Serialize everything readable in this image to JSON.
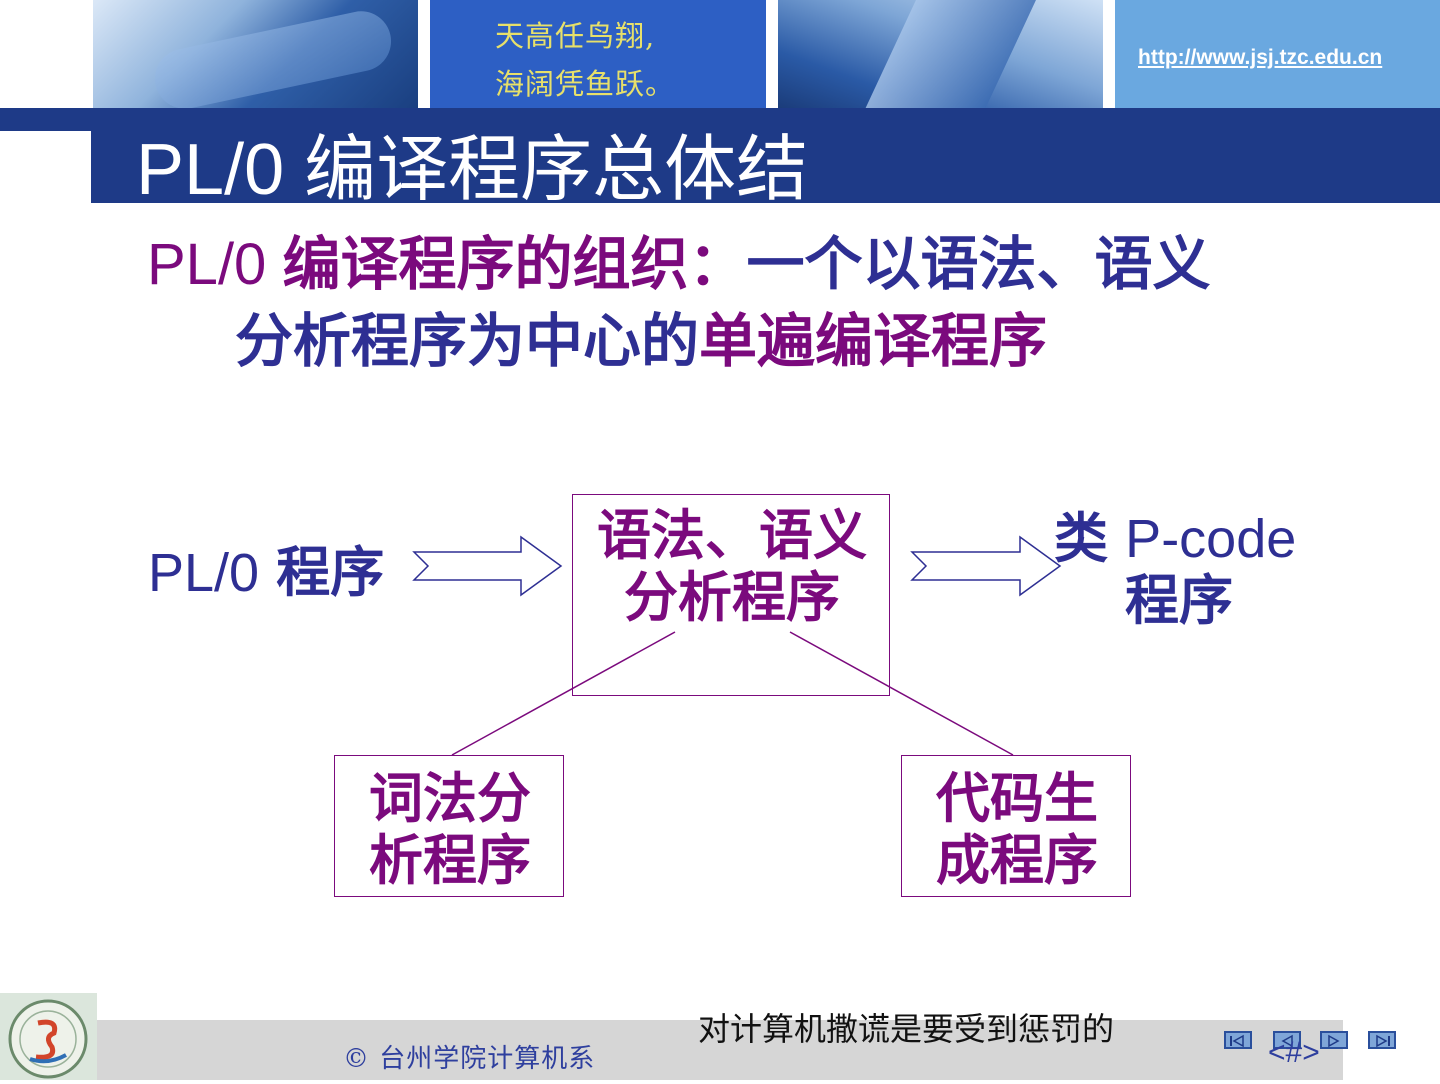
{
  "header": {
    "motto_line1": "天高任鸟翔,",
    "motto_line2": "海阔凭鱼跃。",
    "url": "http://www.jsj.tzc.edu.cn"
  },
  "slide": {
    "title": "PL/0 编译程序总体结",
    "subtitle": {
      "part1_latin": "PL/0 ",
      "part1_cn": "编译程序的组织：",
      "part2": "一个以语法、语义",
      "part3": "分析程序为中心的",
      "part4": "单遍编译程序"
    }
  },
  "diagram": {
    "input_latin": "PL/0",
    "input_cn": "程序",
    "center_box": "语法、语义分析程序",
    "output_cn_prefix": "类",
    "output_latin": "P-code",
    "output_cn": "程序",
    "left_box": "词法分析程序",
    "right_box": "代码生成程序"
  },
  "footer": {
    "copyright": "© 台州学院计算机系",
    "quote": "对计算机撒谎是要受到惩罚的",
    "page_number": "<#>"
  },
  "nav": [
    "first-slide-icon",
    "prev-slide-icon",
    "next-slide-icon",
    "last-slide-icon"
  ],
  "colors": {
    "title_band": "#1e3a87",
    "purple": "#7b0a7d",
    "navy": "#2e2f93",
    "motto": "#e7e06a"
  }
}
